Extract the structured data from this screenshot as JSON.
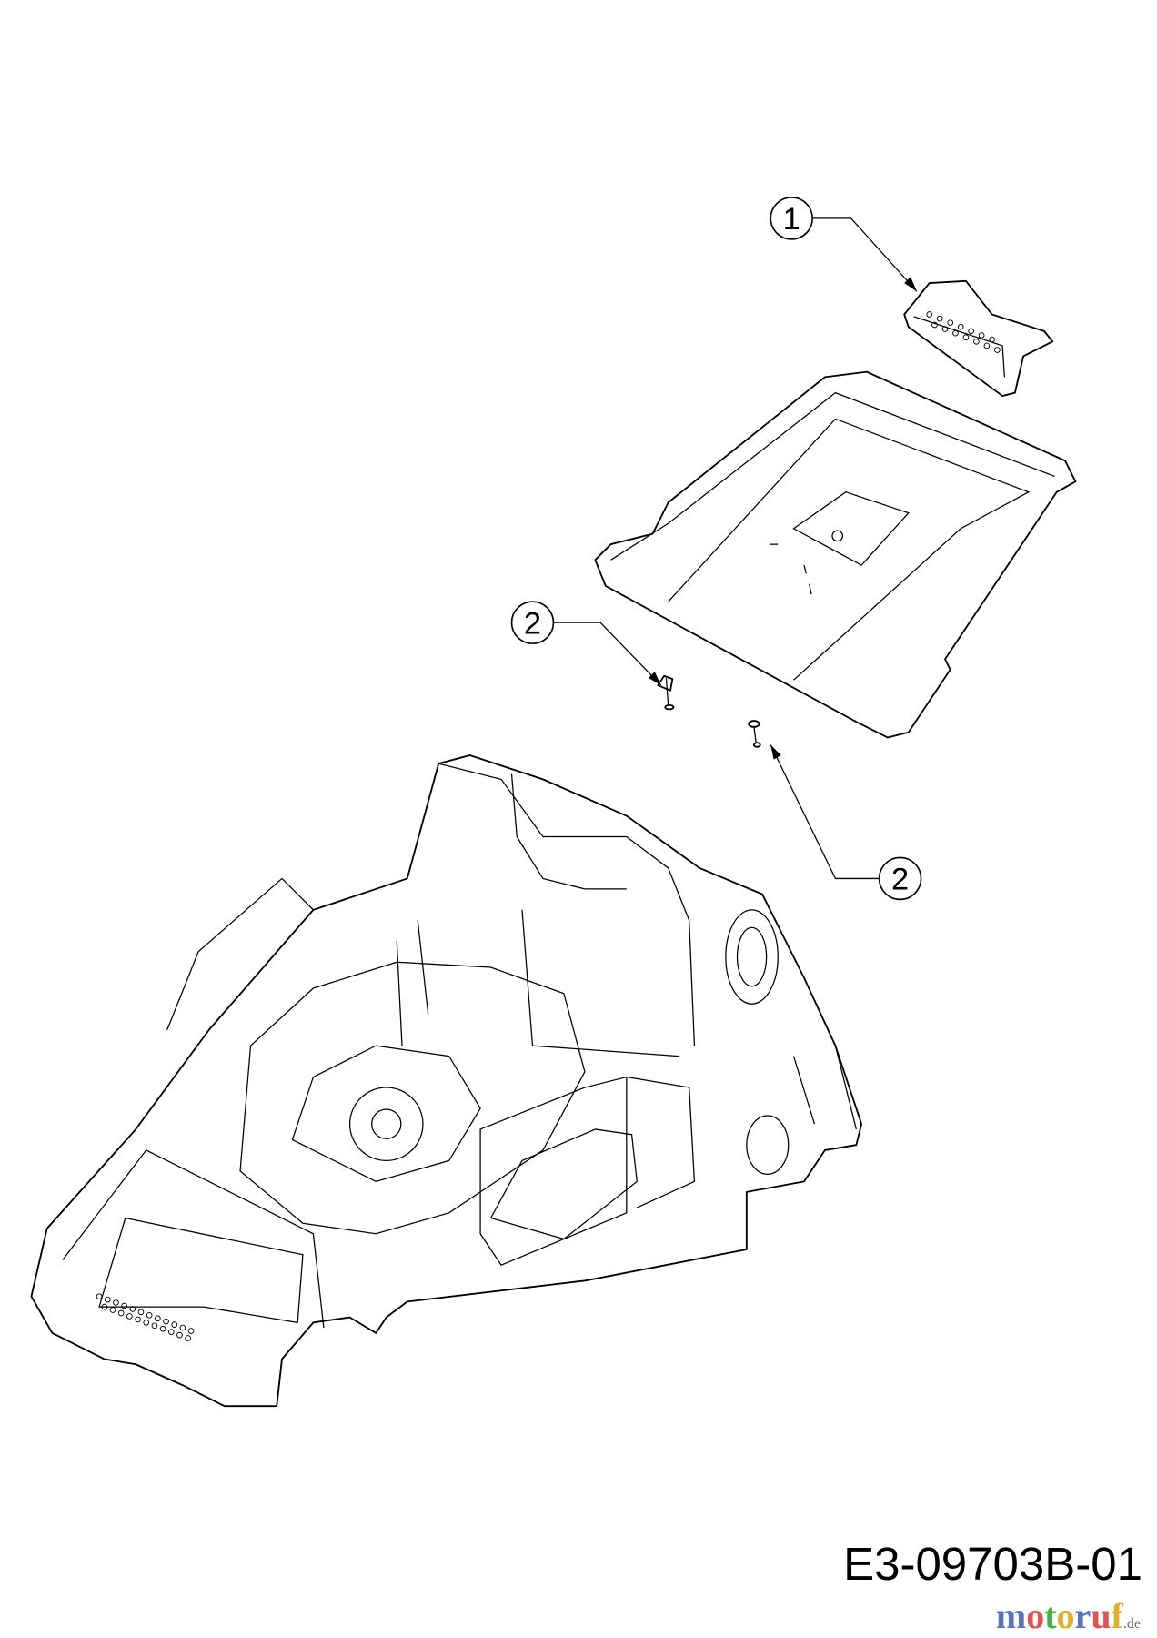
{
  "diagram": {
    "drawing_code": "E3-09703B-01",
    "watermark": "motoruf.de",
    "callouts": [
      {
        "label": "1",
        "part": "handle-cover"
      },
      {
        "label": "2",
        "part": "screw"
      },
      {
        "label": "2",
        "part": "screw"
      }
    ]
  }
}
